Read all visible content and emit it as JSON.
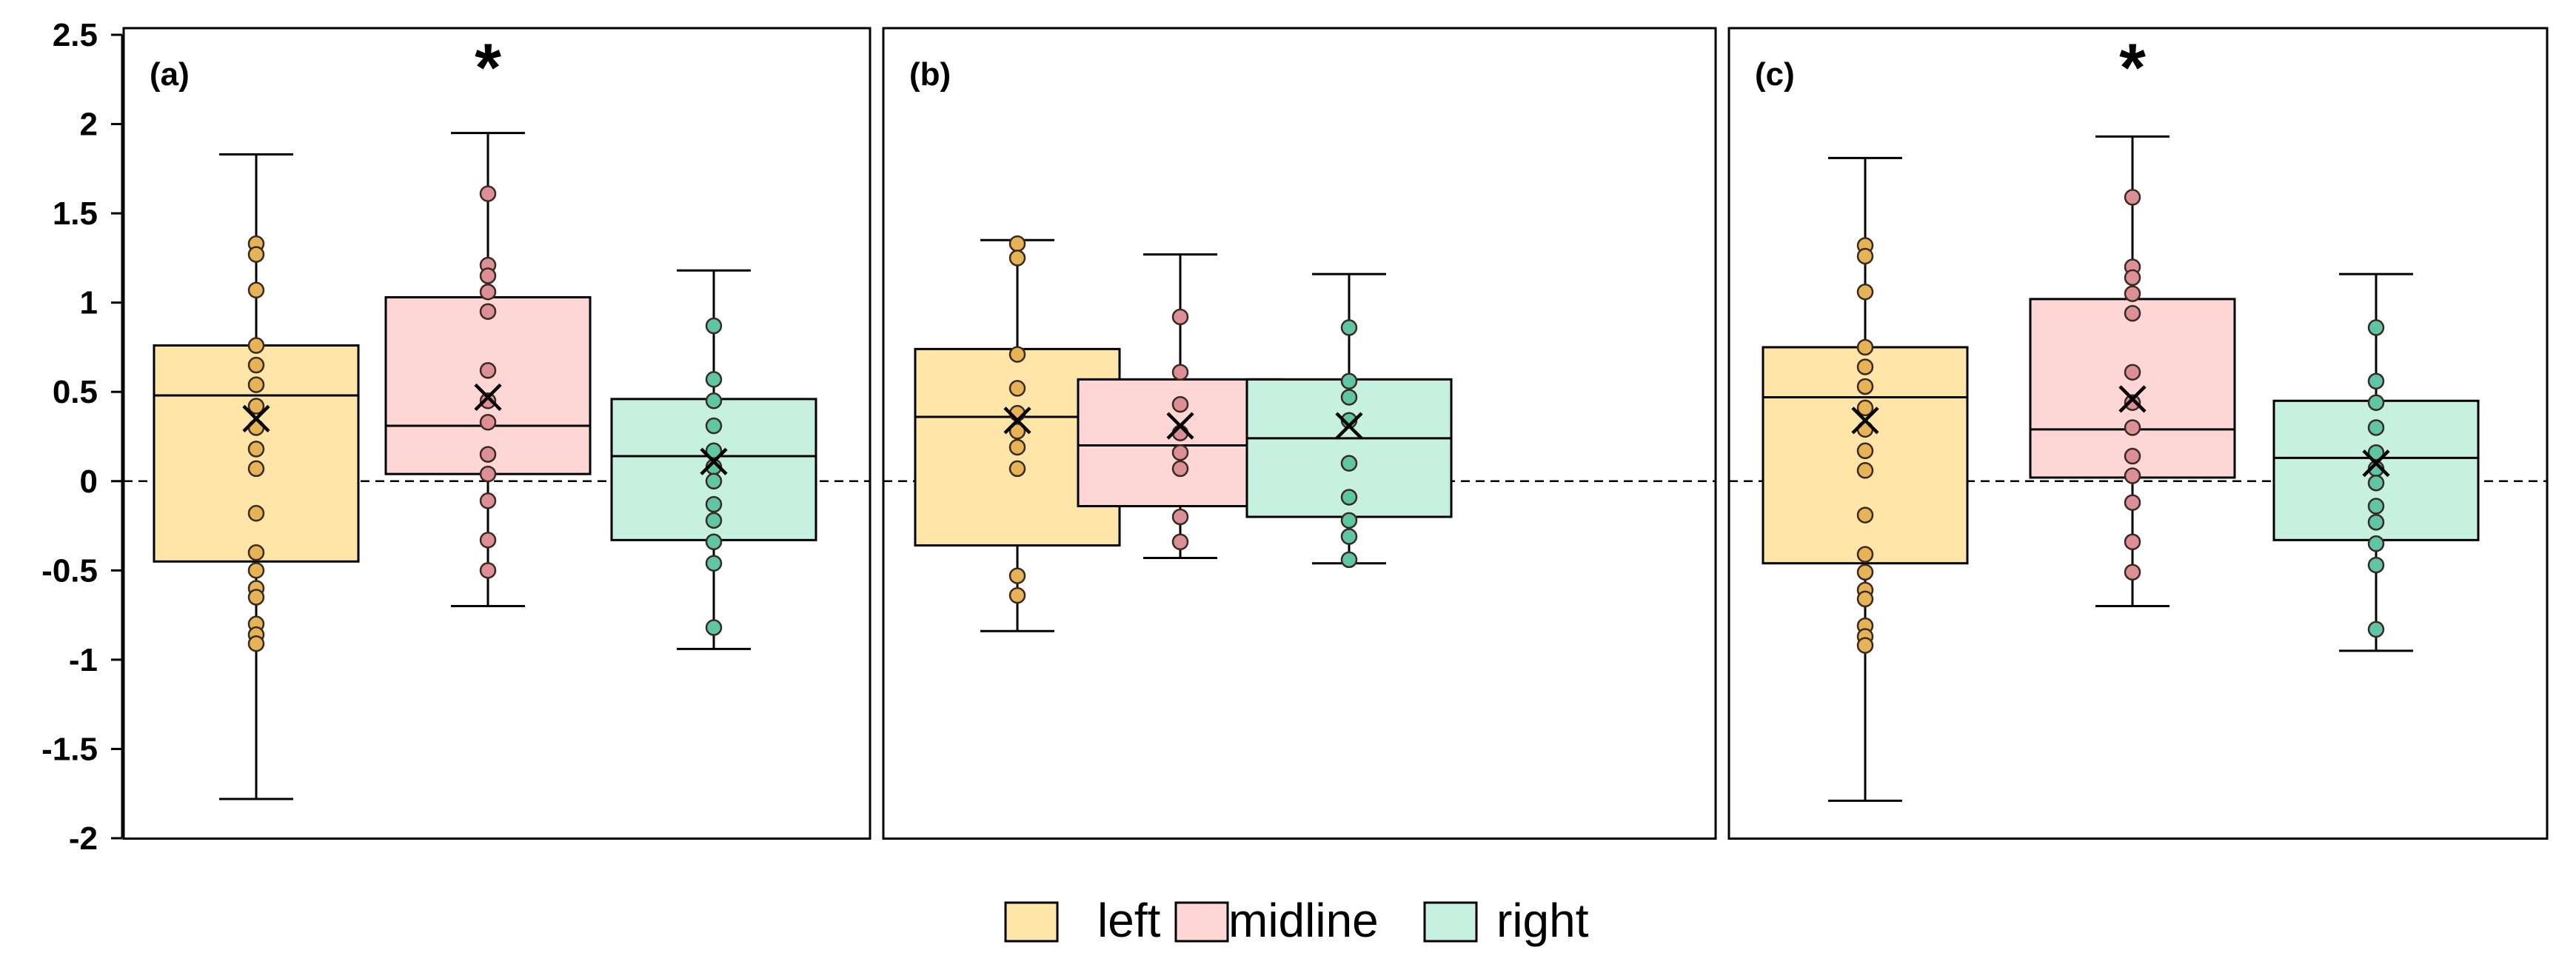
{
  "chart_data": {
    "type": "box",
    "ylim": [
      -2,
      2.5
    ],
    "yticks": [
      -2,
      -1.5,
      -1,
      -0.5,
      0,
      0.5,
      1,
      1.5,
      2,
      2.5
    ],
    "ytick_labels": [
      "-2",
      "-1.5",
      "-1",
      "-0.5",
      "0",
      "0.5",
      "1",
      "1.5",
      "2",
      "2.5"
    ],
    "reference_line": 0,
    "legend": {
      "placement": "bottom-center",
      "entries": [
        {
          "name": "left",
          "color": "#ffe6a8"
        },
        {
          "name": "midline",
          "color": "#ffd6d6"
        },
        {
          "name": "right",
          "color": "#c6f0df"
        }
      ]
    },
    "point_colors": {
      "left": "#e6b457",
      "midline": "#dd8f98",
      "right": "#5fc6a5"
    },
    "panels": [
      {
        "label": "(a)",
        "boxes": [
          {
            "series": "left",
            "whisker_low": -1.78,
            "q1": -0.45,
            "median": 0.48,
            "q3": 0.76,
            "whisker_high": 1.83,
            "mean": 0.35,
            "significant": false,
            "points": [
              1.33,
              1.27,
              1.07,
              0.76,
              0.65,
              0.54,
              0.42,
              0.3,
              0.18,
              0.07,
              -0.18,
              -0.4,
              -0.5,
              -0.6,
              -0.65,
              -0.8,
              -0.86,
              -0.91
            ]
          },
          {
            "series": "midline",
            "whisker_low": -0.7,
            "q1": 0.04,
            "median": 0.31,
            "q3": 1.03,
            "whisker_high": 1.95,
            "mean": 0.47,
            "significant": true,
            "points": [
              1.61,
              1.21,
              1.15,
              1.06,
              0.95,
              0.62,
              0.45,
              0.33,
              0.15,
              0.04,
              -0.11,
              -0.33,
              -0.5
            ]
          },
          {
            "series": "right",
            "whisker_low": -0.94,
            "q1": -0.33,
            "median": 0.14,
            "q3": 0.46,
            "whisker_high": 1.18,
            "mean": 0.11,
            "significant": false,
            "points": [
              0.87,
              0.57,
              0.45,
              0.31,
              0.17,
              0.08,
              0.0,
              -0.13,
              -0.22,
              -0.34,
              -0.46,
              -0.82
            ]
          }
        ]
      },
      {
        "label": "(b)",
        "boxes": [
          {
            "series": "left",
            "whisker_low": -0.84,
            "q1": -0.36,
            "median": 0.36,
            "q3": 0.74,
            "whisker_high": 1.35,
            "mean": 0.34,
            "significant": false,
            "points": [
              1.33,
              1.25,
              0.71,
              0.52,
              0.38,
              0.28,
              0.19,
              0.07,
              -0.53,
              -0.64
            ]
          },
          {
            "series": "midline",
            "whisker_low": -0.43,
            "q1": -0.14,
            "median": 0.2,
            "q3": 0.57,
            "whisker_high": 1.27,
            "mean": 0.31,
            "significant": false,
            "points": [
              0.92,
              0.61,
              0.43,
              0.27,
              0.16,
              0.07,
              -0.2,
              -0.34
            ]
          },
          {
            "series": "right",
            "whisker_low": -0.46,
            "q1": -0.2,
            "median": 0.24,
            "q3": 0.57,
            "whisker_high": 1.16,
            "mean": 0.31,
            "significant": false,
            "points": [
              0.86,
              0.56,
              0.47,
              0.34,
              0.1,
              -0.09,
              -0.22,
              -0.31,
              -0.44
            ]
          }
        ]
      },
      {
        "label": "(c)",
        "boxes": [
          {
            "series": "left",
            "whisker_low": -1.79,
            "q1": -0.46,
            "median": 0.47,
            "q3": 0.75,
            "whisker_high": 1.81,
            "mean": 0.34,
            "significant": false,
            "points": [
              1.32,
              1.26,
              1.06,
              0.75,
              0.64,
              0.53,
              0.41,
              0.29,
              0.17,
              0.06,
              -0.19,
              -0.41,
              -0.51,
              -0.61,
              -0.66,
              -0.81,
              -0.87,
              -0.92
            ]
          },
          {
            "series": "midline",
            "whisker_low": -0.7,
            "q1": 0.02,
            "median": 0.29,
            "q3": 1.02,
            "whisker_high": 1.93,
            "mean": 0.46,
            "significant": true,
            "points": [
              1.59,
              1.2,
              1.14,
              1.05,
              0.94,
              0.61,
              0.44,
              0.3,
              0.14,
              0.03,
              -0.12,
              -0.34,
              -0.51
            ]
          },
          {
            "series": "right",
            "whisker_low": -0.95,
            "q1": -0.33,
            "median": 0.13,
            "q3": 0.45,
            "whisker_high": 1.16,
            "mean": 0.1,
            "significant": false,
            "points": [
              0.86,
              0.56,
              0.44,
              0.3,
              0.16,
              0.07,
              -0.01,
              -0.14,
              -0.23,
              -0.35,
              -0.47,
              -0.83
            ]
          }
        ]
      }
    ],
    "significance_symbol": "*"
  }
}
